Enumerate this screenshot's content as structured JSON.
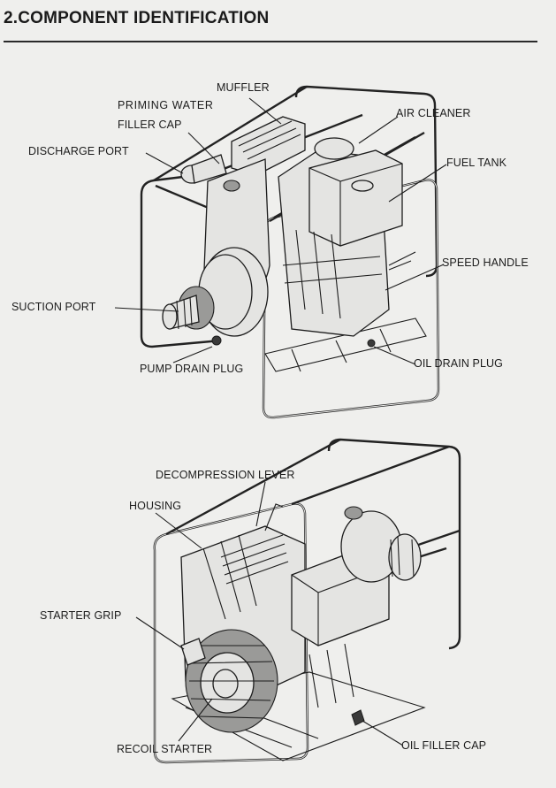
{
  "section_title": "2.COMPONENT IDENTIFICATION",
  "top_figure": {
    "labels": {
      "muffler": "MUFFLER",
      "priming_water": "PRIMING WATER",
      "filler_cap": "FILLER CAP",
      "air_cleaner": "AIR CLEANER",
      "discharge_port": "DISCHARGE PORT",
      "fuel_tank": "FUEL TANK",
      "speed_handle": "SPEED HANDLE",
      "suction_port": "SUCTION PORT",
      "pump_drain_plug": "PUMP DRAIN PLUG",
      "oil_drain_plug": "OIL DRAIN PLUG"
    }
  },
  "bottom_figure": {
    "labels": {
      "decompression_lever": "DECOMPRESSION LEVER",
      "housing": "HOUSING",
      "starter_grip": "STARTER GRIP",
      "recoil_starter": "RECOIL STARTER",
      "oil_filler_cap": "OIL FILLER CAP"
    }
  }
}
